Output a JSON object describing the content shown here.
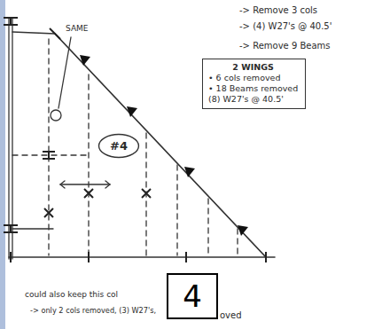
{
  "diagram": {
    "nodes": [
      {
        "text": [
          "2 WINGS",
          "• 6 cols removed",
          "• 18 Beams removed",
          "(8) W27's @ 40.5'"
        ]
      },
      {
        "text": [
          "#4"
        ]
      },
      {
        "text": [
          "4"
        ]
      }
    ],
    "labels": [
      "-> Remove 3 cols",
      "-> (4) W27's @ 40.5'",
      "-> Remove 9 Beams",
      "SAME",
      "could also keep this col",
      "-> only 2 cols removed, (3) W27's,",
      "oved"
    ]
  }
}
